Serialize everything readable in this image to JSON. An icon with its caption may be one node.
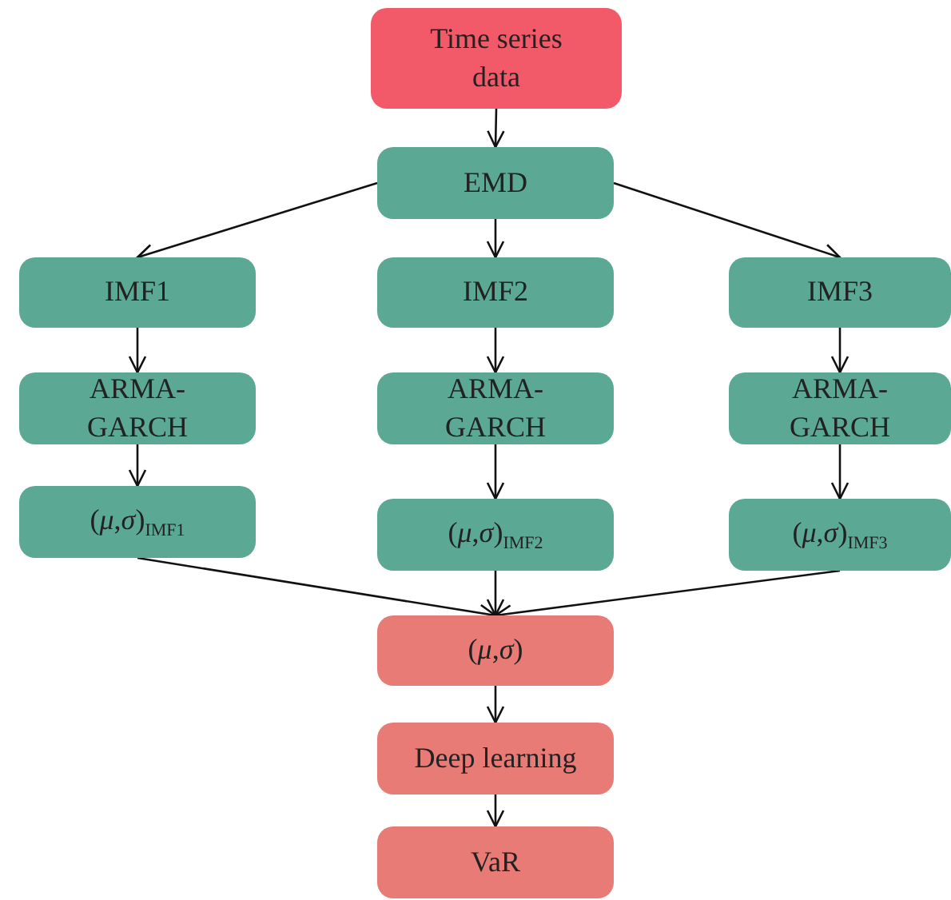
{
  "diagram": {
    "nodes": [
      {
        "text": [
          "Time series data"
        ]
      },
      {
        "text": [
          "EMD"
        ]
      },
      {
        "text": [
          "IMF1"
        ]
      },
      {
        "text": [
          "IMF2"
        ]
      },
      {
        "text": [
          "IMF3"
        ]
      },
      {
        "text": [
          "ARMA-GARCH"
        ]
      },
      {
        "text": [
          "ARMA-GARCH"
        ]
      },
      {
        "text": [
          "ARMA-GARCH"
        ]
      },
      {
        "text": [
          "(*μ*,*σ*)$_{IMF1}$"
        ]
      },
      {
        "text": [
          "(*μ*,*σ*)$_{IMF2}$"
        ]
      },
      {
        "text": [
          "(*μ*,*σ*)$_{IMF3}$"
        ]
      },
      {
        "text": [
          "(*μ*,*σ*)"
        ]
      },
      {
        "text": [
          "Deep learning"
        ]
      },
      {
        "text": [
          "VaR"
        ]
      }
    ],
    "edges": [
      {
        "from": 0,
        "to": 1,
        "arrow": "to"
      },
      {
        "from": 1,
        "to": 2,
        "arrow": "to"
      },
      {
        "from": 1,
        "to": 3,
        "arrow": "to"
      },
      {
        "from": 1,
        "to": 4,
        "arrow": "to"
      },
      {
        "from": 2,
        "to": 5,
        "arrow": "to"
      },
      {
        "from": 3,
        "to": 6,
        "arrow": "to"
      },
      {
        "from": 4,
        "to": 7,
        "arrow": "to"
      },
      {
        "from": 5,
        "to": 8,
        "arrow": "to"
      },
      {
        "from": 6,
        "to": 9,
        "arrow": "to"
      },
      {
        "from": 7,
        "to": 10,
        "arrow": "to"
      },
      {
        "from": 8,
        "to": 11,
        "arrow": "to"
      },
      {
        "from": 9,
        "to": 11,
        "arrow": "to"
      },
      {
        "from": 10,
        "to": 11,
        "arrow": "to"
      },
      {
        "from": 11,
        "to": 12,
        "arrow": "to"
      },
      {
        "from": 12,
        "to": 13,
        "arrow": "to"
      }
    ]
  }
}
